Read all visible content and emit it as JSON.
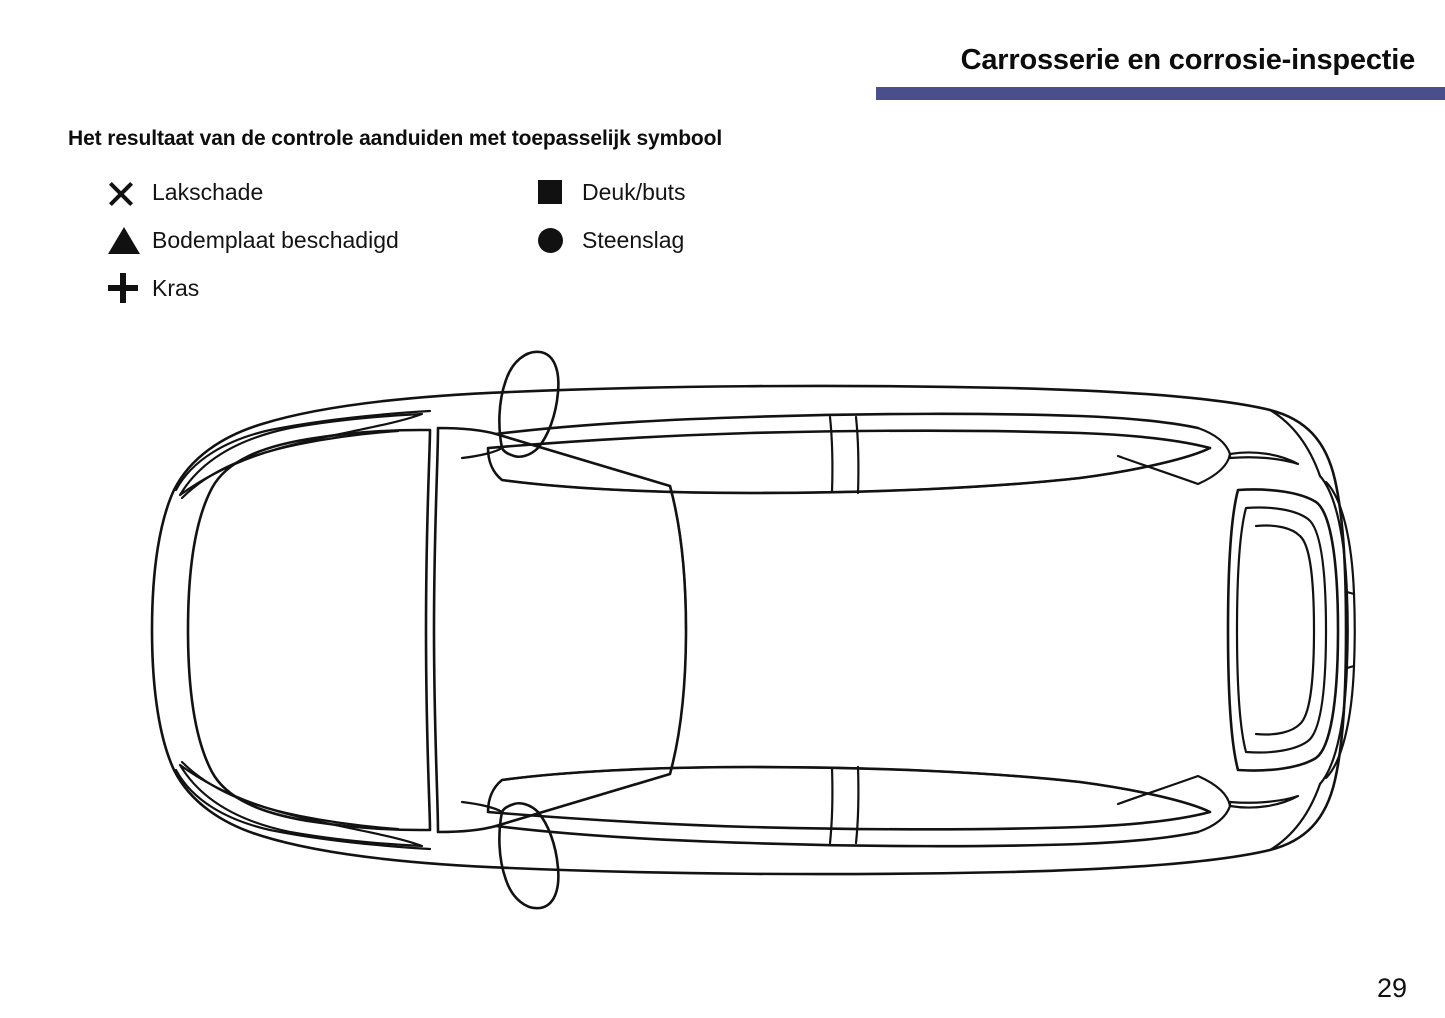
{
  "document": {
    "header": {
      "title": "Carrosserie en corrosie-inspectie",
      "rule_color": "#4a4f8c"
    },
    "instruction": "Het resultaat van de controle aanduiden met toepasselijk symbool",
    "legend": {
      "left_column": [
        {
          "symbol": "x-mark",
          "label": "Lakschade"
        },
        {
          "symbol": "filled-triangle",
          "label": "Bodemplaat beschadigd"
        },
        {
          "symbol": "plus-mark",
          "label": "Kras"
        }
      ],
      "right_column": [
        {
          "symbol": "filled-square",
          "label": "Deuk/buts"
        },
        {
          "symbol": "filled-circle",
          "label": "Steenslag"
        }
      ]
    },
    "diagram": {
      "name": "car-top-view",
      "description": "Top view line drawing of a car body for marking damage",
      "orientation": "front-left-rear-right",
      "line_color": "#121212",
      "fill_color": "#ffffff"
    },
    "page_number": "29"
  }
}
